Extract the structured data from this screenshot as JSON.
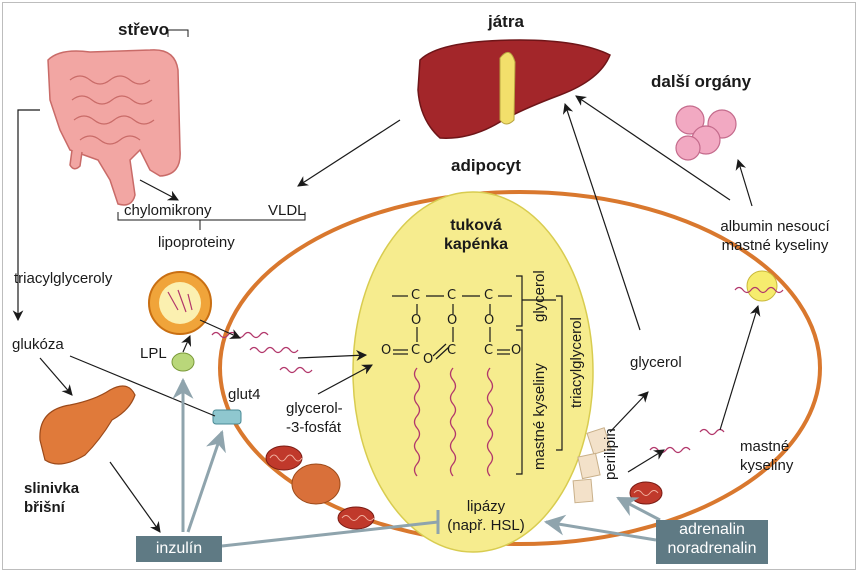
{
  "labels": {
    "strevo": "střevo",
    "jatra": "játra",
    "dalsi_organy": "další orgány",
    "adipocyt": "adipocyt",
    "chylomikrony": "chylomikrony",
    "vldl": "VLDL",
    "lipoproteiny": "lipoproteiny",
    "triacylglyceroly": "triacylglyceroly",
    "glukoza": "glukóza",
    "lpl": "LPL",
    "glut4": "glut4",
    "glycerol_3_fosfat_1": "glycerol-",
    "glycerol_3_fosfat_2": "-3-fosfát",
    "tukova_kapenka_1": "tuková",
    "tukova_kapenka_2": "kapénka",
    "glycerol_bracket": "glycerol",
    "triacylglycerol_bracket": "triacylglycerol",
    "mastne_kyseliny_bracket": "mastné kyseliny",
    "perilipin": "perilipin",
    "lipazy_1": "lipázy",
    "lipazy_2": "(např. HSL)",
    "glycerol_right": "glycerol",
    "albumin_1": "albumin nesoucí",
    "albumin_2": "mastné kyseliny",
    "mastne_kyseliny_right_1": "mastné",
    "mastne_kyseliny_right_2": "kyseliny",
    "slinivka_1": "slinivka",
    "slinivka_2": "břišní",
    "inzulin": "inzulín",
    "adrenalin_1": "adrenalin",
    "adrenalin_2": "noradrenalin"
  },
  "chem": {
    "c": "C",
    "o": "O",
    "dash": "—"
  },
  "colors": {
    "liver": "#a3262a",
    "gallbladder": "#f2df6b",
    "intestine": "#f2a6a3",
    "adipocyte_membrane": "#d9782e",
    "droplet": "#f6ec8e",
    "pancreas": "#e07a3a",
    "organs": "#f2a9c2",
    "hormone_box": "#5f7a84",
    "arrow_gray": "#8fa4ad",
    "fatty_acid": "#b2376b",
    "mitochondria": "#c0392b"
  }
}
